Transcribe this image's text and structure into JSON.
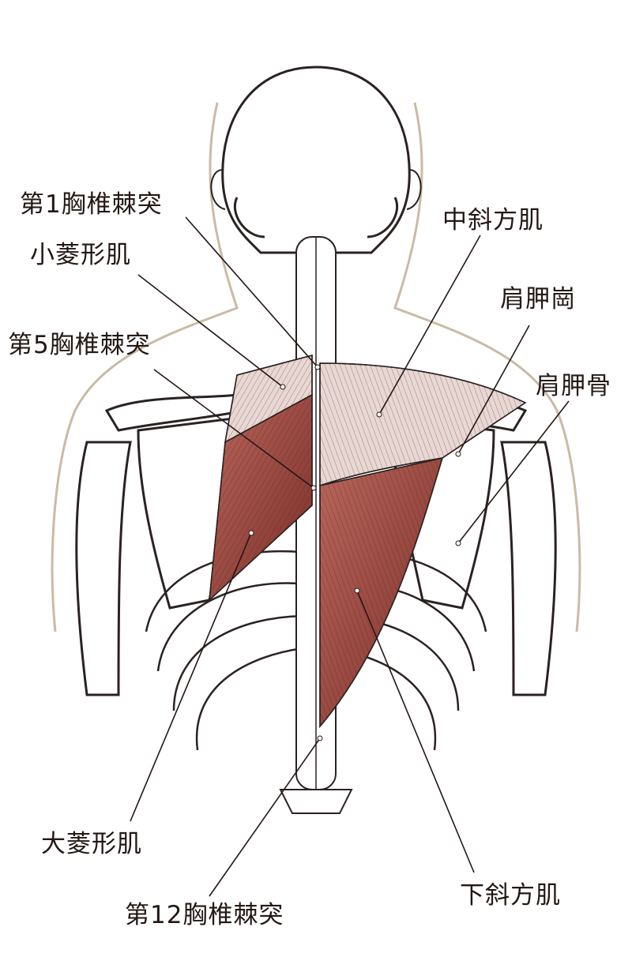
{
  "labels": {
    "t1_spinous": "第1胸椎棘突",
    "rhomboid_minor": "小菱形肌",
    "t5_spinous": "第5胸椎棘突",
    "middle_trapezius": "中斜方肌",
    "scapular_spine": "肩胛崗",
    "scapula": "肩胛骨",
    "rhomboid_major": "大菱形肌",
    "t12_spinous": "第12胸椎棘突",
    "lower_trapezius": "下斜方肌"
  },
  "colors": {
    "muscle": "#8e3b33",
    "muscle_light": "#c98a7f",
    "bone_line": "#2b2222",
    "skin_line": "#c9bba4",
    "text": "#231815"
  }
}
